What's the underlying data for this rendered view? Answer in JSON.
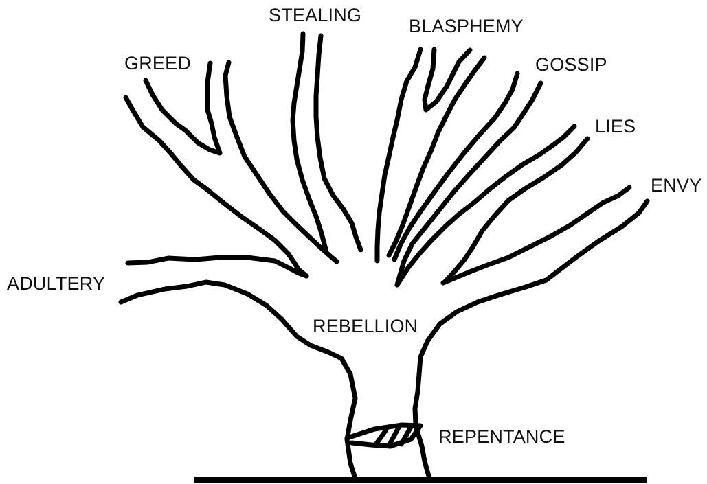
{
  "diagram": {
    "labels": {
      "stealing": "STEALING",
      "blasphemy": "BLASPHEMY",
      "greed": "GREED",
      "gossip": "GOSSIP",
      "lies": "LIES",
      "envy": "ENVY",
      "adultery": "ADULTERY",
      "rebellion": "REBELLION",
      "repentance": "REPENTANCE"
    },
    "colors": {
      "ink": "#000000",
      "background": "#ffffff"
    }
  }
}
